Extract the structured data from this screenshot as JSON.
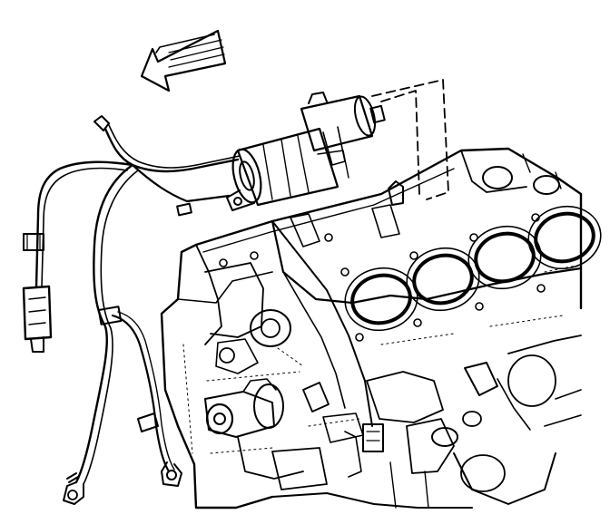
{
  "figure": {
    "background": "#ffffff",
    "ink": "#000000",
    "labels": []
  },
  "parts": {
    "direction_arrow": "front-direction-arrow",
    "starter_motor": "starter-motor",
    "wiring_harness": "starter-wiring-harness",
    "engine_block": "engine-block",
    "cylinder_bores": 4
  }
}
